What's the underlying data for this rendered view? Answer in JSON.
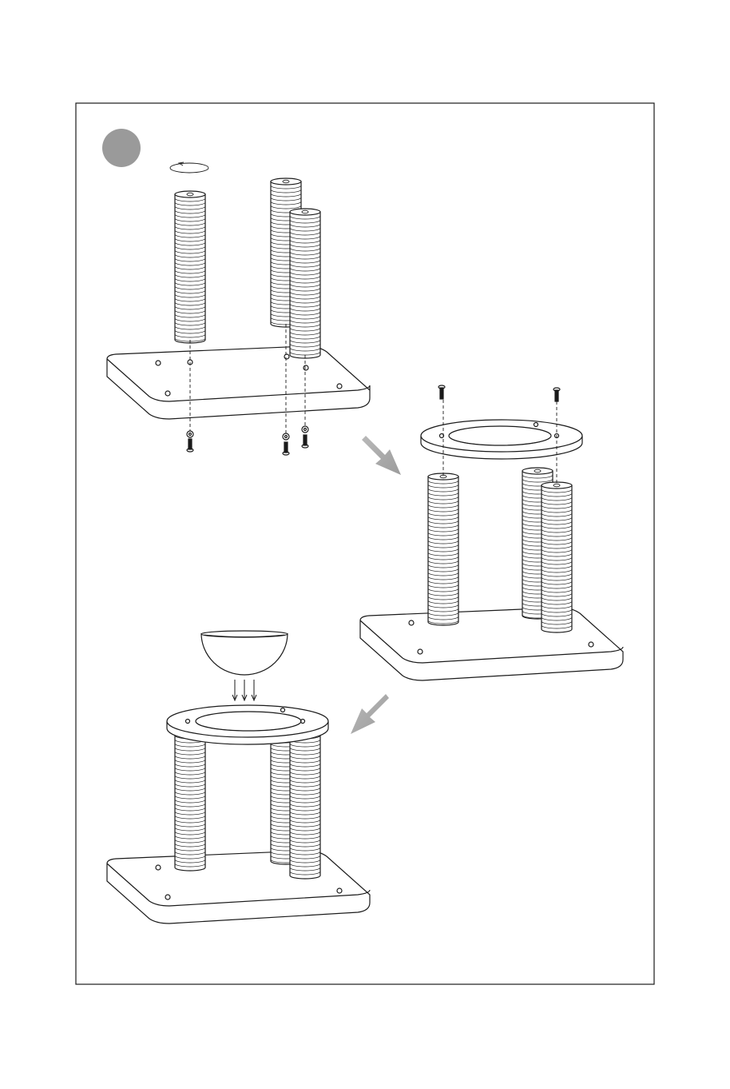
{
  "diagram": {
    "step_badge": {
      "label": "",
      "color": "#9a9a9a"
    },
    "colors": {
      "line": "#1a1a1a",
      "arrow": "#a6a6a6",
      "paper": "#ffffff"
    },
    "icons": [
      "rotate-arrow-icon",
      "step-arrow-icon",
      "screw-icon",
      "washer-icon",
      "drop-arrow-icon"
    ],
    "panels": [
      {
        "id": "panel-1",
        "posts": 3,
        "screws": 3
      },
      {
        "id": "panel-2",
        "posts": 3,
        "screws": 2
      },
      {
        "id": "panel-3",
        "posts": 3,
        "screws": 0
      }
    ]
  }
}
